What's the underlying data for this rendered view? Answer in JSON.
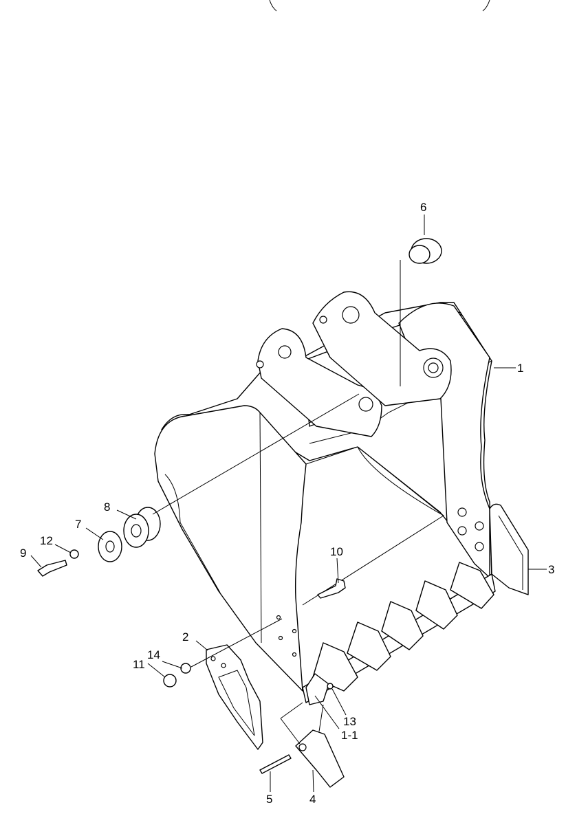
{
  "diagram": {
    "callouts": [
      {
        "id": "1",
        "label": "1"
      },
      {
        "id": "1-1",
        "label": "1-1"
      },
      {
        "id": "2",
        "label": "2"
      },
      {
        "id": "3",
        "label": "3"
      },
      {
        "id": "4",
        "label": "4"
      },
      {
        "id": "5",
        "label": "5"
      },
      {
        "id": "6",
        "label": "6"
      },
      {
        "id": "7",
        "label": "7"
      },
      {
        "id": "8",
        "label": "8"
      },
      {
        "id": "9",
        "label": "9"
      },
      {
        "id": "10",
        "label": "10"
      },
      {
        "id": "11",
        "label": "11"
      },
      {
        "id": "12",
        "label": "12"
      },
      {
        "id": "13",
        "label": "13"
      },
      {
        "id": "14",
        "label": "14"
      }
    ]
  }
}
